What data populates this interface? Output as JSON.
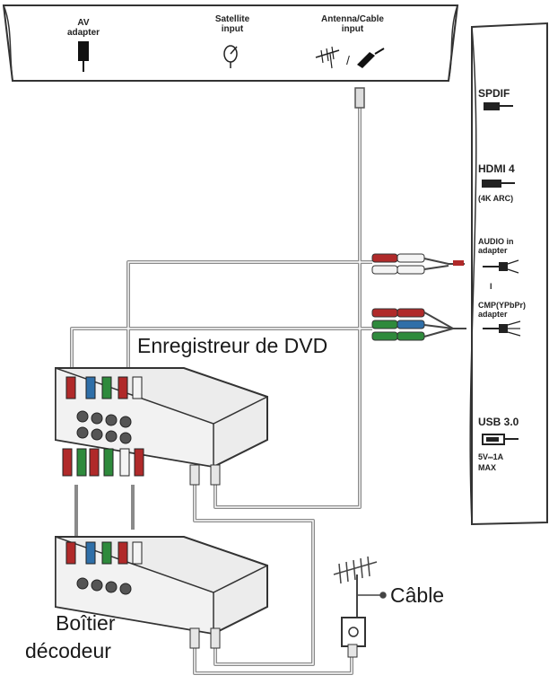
{
  "top_panel": {
    "av": [
      "AV",
      "adapter"
    ],
    "sat": [
      "Satellite",
      "input"
    ],
    "ant": [
      "Antenna/Cable",
      "input"
    ],
    "ant_sep": "/"
  },
  "side_panel": {
    "spdif": "SPDIF",
    "hdmi": "HDMI 4",
    "hdmi_note": "(4K ARC)",
    "audio": [
      "AUDIO in",
      "adapter"
    ],
    "sep": "I",
    "cmp": [
      "CMP(YPbPr)",
      "adapter"
    ],
    "usb": "USB 3.0",
    "usb_power": "5V",
    "usb_power_sym": "⎓",
    "usb_current": "1A",
    "usb_max": "MAX"
  },
  "labels": {
    "dvd": "Enregistreur de DVD",
    "cable": "Câble",
    "decoder": [
      "Boîtier",
      "décodeur"
    ]
  },
  "colors": {
    "red": "#b02a2a",
    "green": "#2e8a3c",
    "blue": "#2f6fa8",
    "white": "#f4f4f4",
    "cable": "#8a8a8a",
    "device": "#ececec"
  }
}
